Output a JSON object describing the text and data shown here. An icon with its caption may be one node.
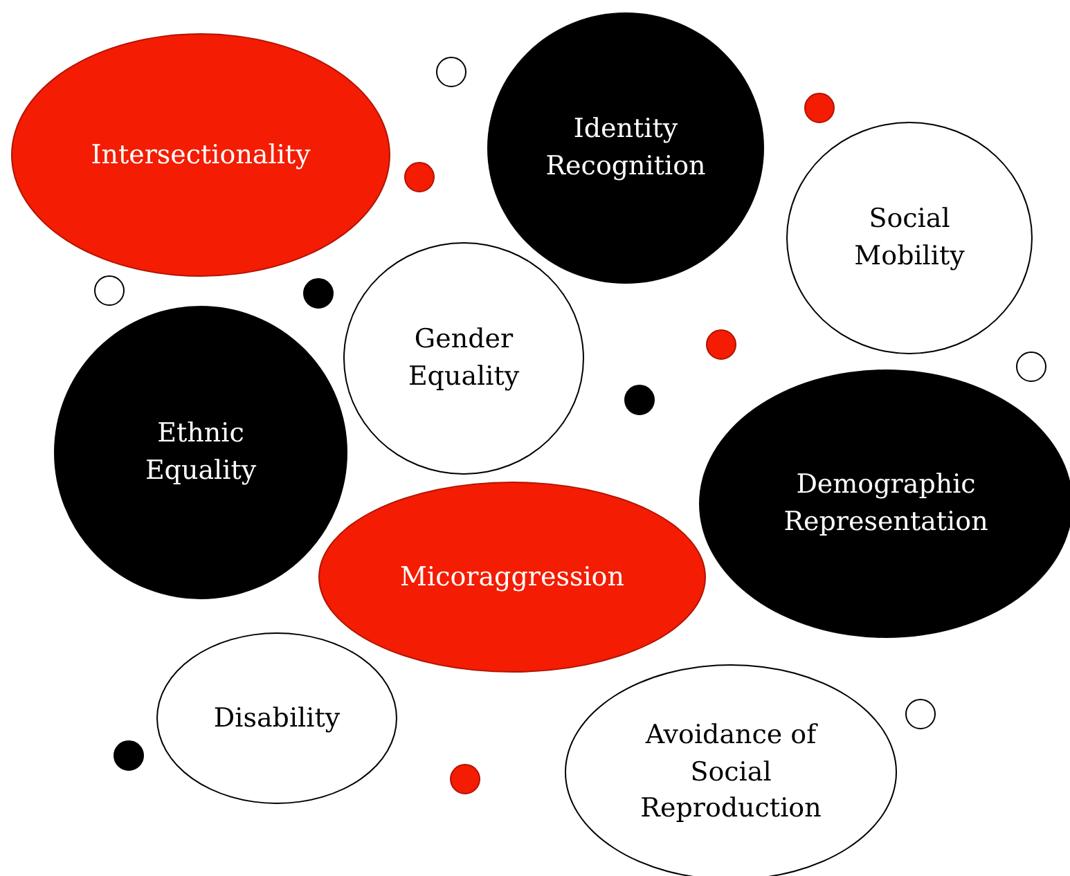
{
  "diagram": {
    "nodes": [
      {
        "text": [
          "Intersectionality"
        ]
      },
      {
        "text": [
          "Identity Recognition"
        ]
      },
      {
        "text": [
          "Social Mobility"
        ]
      },
      {
        "text": [
          "Gender Equality"
        ]
      },
      {
        "text": [
          "Ethnic Equality"
        ]
      },
      {
        "text": [
          "Demographic Representation"
        ]
      },
      {
        "text": [
          "Micoraggression"
        ]
      },
      {
        "text": [
          "Disability"
        ]
      },
      {
        "text": [
          "Avoidance of Social Reproduction"
        ]
      },
      {
        "text": [],
        "shape": "circle"
      },
      {
        "text": [],
        "shape": "circle"
      },
      {
        "text": [],
        "shape": "circle"
      },
      {
        "text": [],
        "shape": "circle"
      },
      {
        "text": [],
        "shape": "circle"
      },
      {
        "text": [],
        "shape": "circle"
      },
      {
        "text": [],
        "shape": "circle"
      },
      {
        "text": [],
        "shape": "circle"
      },
      {
        "text": [],
        "shape": "circle"
      },
      {
        "text": [],
        "shape": "circle"
      },
      {
        "text": [],
        "shape": "circle"
      }
    ]
  }
}
